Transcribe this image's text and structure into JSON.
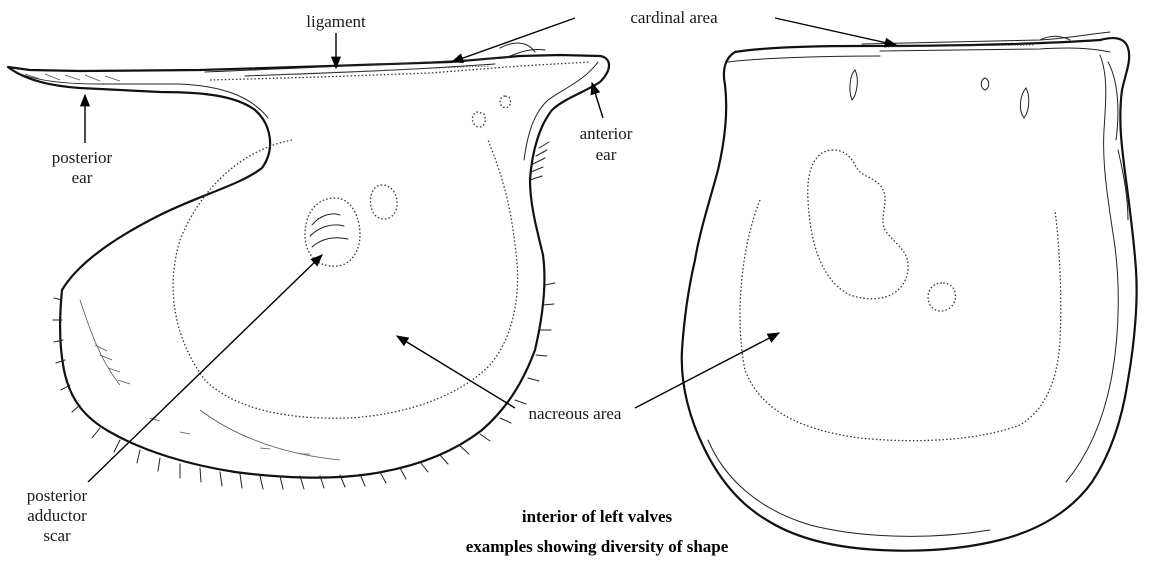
{
  "labels": {
    "ligament": "ligament",
    "cardinal_area": "cardinal area",
    "posterior_ear_1": "posterior",
    "posterior_ear_2": "ear",
    "anterior_ear_1": "anterior",
    "anterior_ear_2": "ear",
    "nacreous_area": "nacreous area",
    "posterior_adductor_scar_1": "posterior",
    "posterior_adductor_scar_2": "adductor",
    "posterior_adductor_scar_3": "scar"
  },
  "captions": {
    "line1": "interior of left valves",
    "line2": "examples showing diversity of shape"
  },
  "colors": {
    "ink": "#111111",
    "background": "#ffffff"
  }
}
